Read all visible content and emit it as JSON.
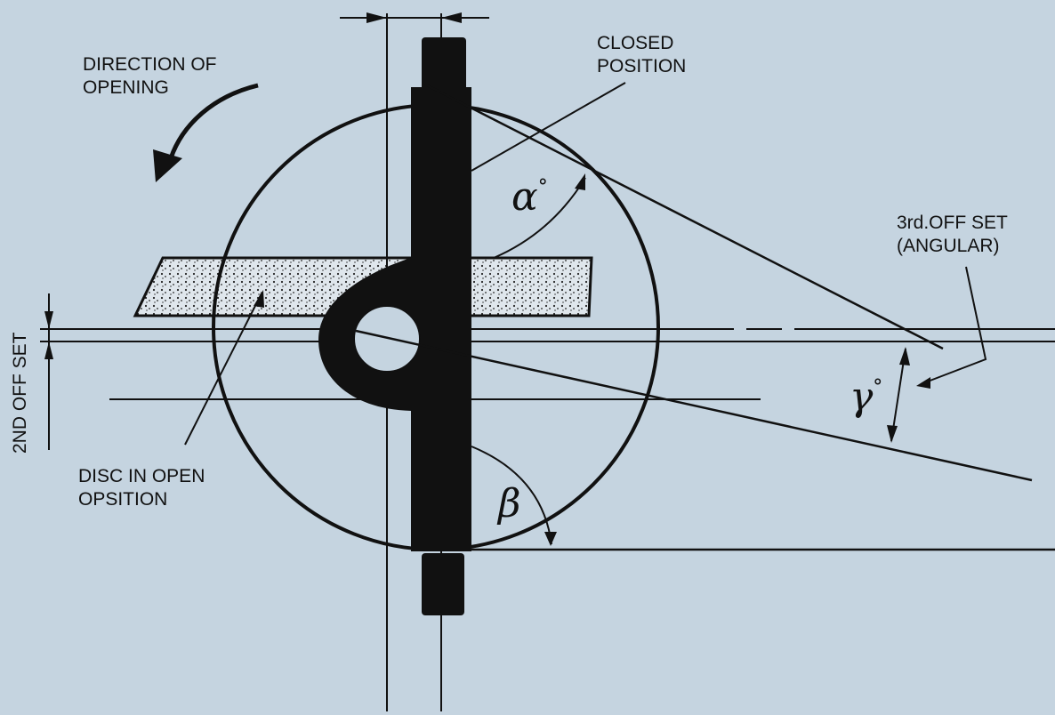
{
  "labels": {
    "direction": [
      "DIRECTION OF",
      "OPENING"
    ],
    "closed": [
      "CLOSED",
      "POSITION"
    ],
    "third_offset": [
      "3rd.OFF SET",
      "(ANGULAR)"
    ],
    "second_offset": "2ND OFF SET",
    "disc_open": [
      "DISC IN OPEN",
      "OPSITION"
    ]
  },
  "angles": {
    "alpha": "α",
    "beta": "β",
    "gamma": "γ",
    "degree": "°"
  },
  "colors": {
    "background": "#c5d4e0",
    "ink": "#111111",
    "stipple_fill": "#dfe6ec"
  }
}
